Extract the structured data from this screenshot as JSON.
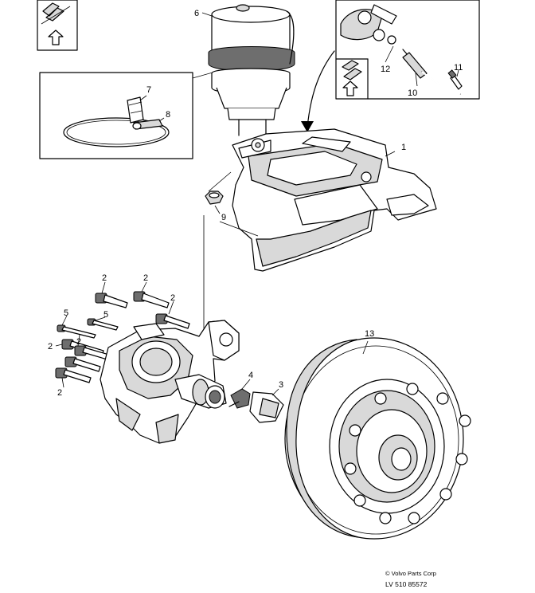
{
  "diagram": {
    "callouts": {
      "c1": "1",
      "c2a": "2",
      "c2b": "2",
      "c2c": "2",
      "c2d": "2",
      "c2e": "2",
      "c2f": "2",
      "c3": "3",
      "c4": "4",
      "c5a": "5",
      "c5b": "5",
      "c6": "6",
      "c7": "7",
      "c8": "8",
      "c9": "9",
      "c10": "10",
      "c11": "11",
      "c12": "12",
      "c13": "13"
    },
    "copyright": "© Volvo Parts Corp",
    "drawing_number": "LV 510 85572"
  }
}
